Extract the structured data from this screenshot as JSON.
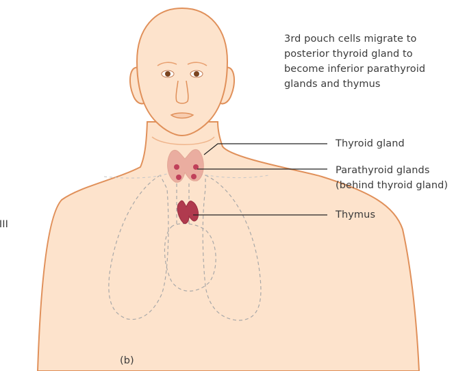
{
  "caption": {
    "lines": [
      "3rd pouch cells migrate to",
      "posterior thyroid gland to",
      "become inferior parathyroid",
      "glands and thymus"
    ]
  },
  "labels": {
    "thyroid": "Thyroid gland",
    "parathyroid_line1": "Parathyroid glands",
    "parathyroid_line2": "(behind thyroid gland)",
    "thymus": "Thymus",
    "clipped_left": "n III",
    "panel": "(b)"
  },
  "colors": {
    "skin": "#fde3cc",
    "outline": "#e0905a",
    "thyroid": "#e8a89c",
    "parathyroid": "#c0405a",
    "thymus": "#b03a4e",
    "leader": "#222222",
    "organ_outline": "#a8a8a8"
  }
}
